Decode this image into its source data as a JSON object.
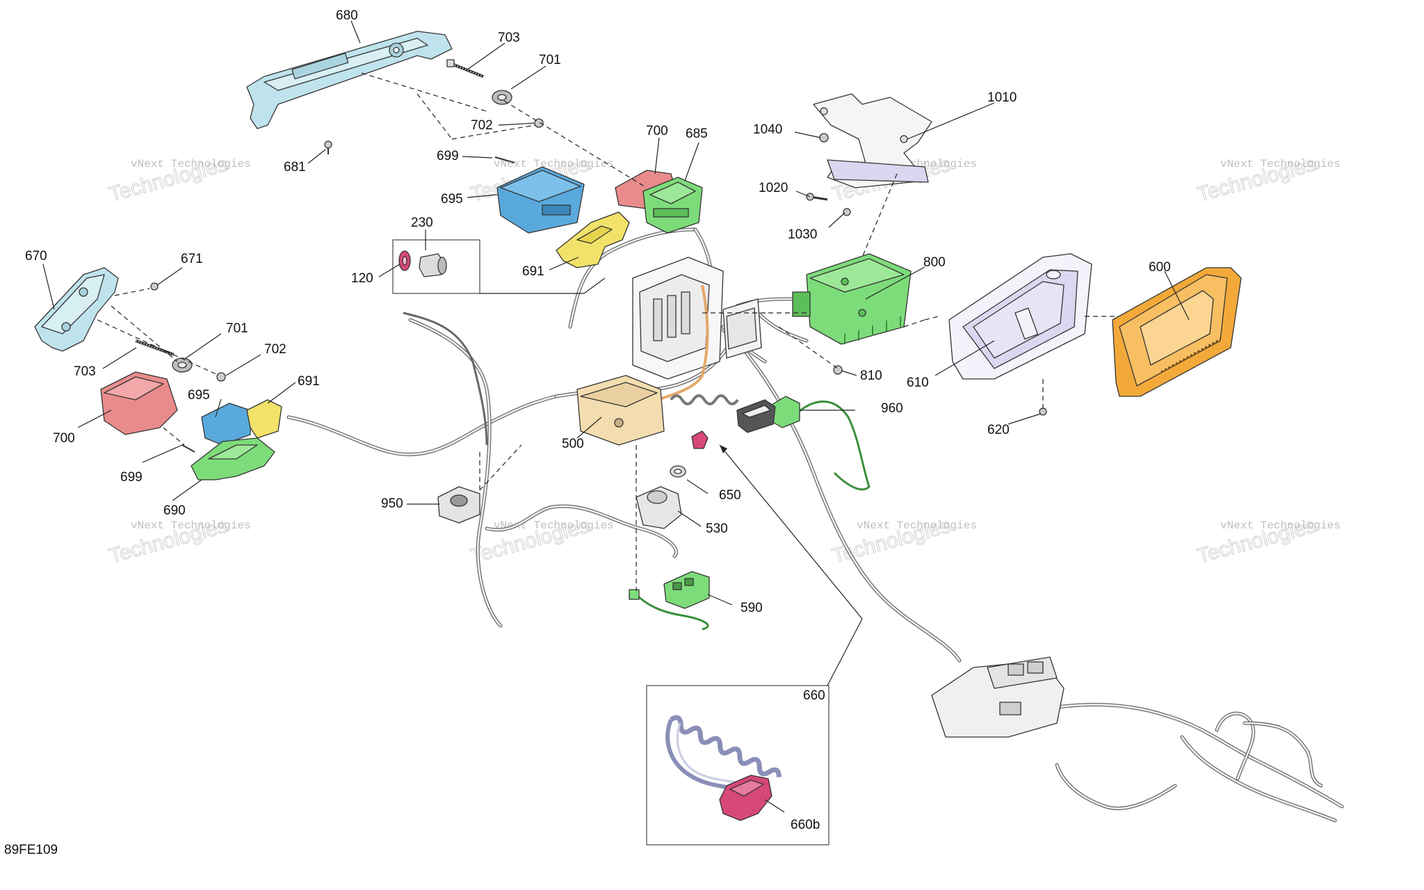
{
  "drawing_code": "89FE109",
  "colors": {
    "light_blue": "#bfe3ec",
    "blue": "#5aa9dd",
    "green": "#7ddc7a",
    "red": "#e98b8b",
    "yellow": "#f2e26a",
    "orange": "#f3a93a",
    "tan": "#f3ddb0",
    "lavender": "#dcd6f0",
    "magenta": "#d6477a",
    "gray": "#d7d7d7"
  },
  "watermark": {
    "line1": "vNext Technologies",
    "line2": "Technologies"
  },
  "callouts": {
    "c680": "680",
    "c703a": "703",
    "c701a": "701",
    "c702a": "702",
    "c681": "681",
    "c699a": "699",
    "c700a": "700",
    "c685": "685",
    "c695a": "695",
    "c691a": "691",
    "c230": "230",
    "c120": "120",
    "c1040": "1040",
    "c1010": "1010",
    "c1020": "1020",
    "c1030": "1030",
    "c800": "800",
    "c810": "810",
    "c600": "600",
    "c610": "610",
    "c620": "620",
    "c670": "670",
    "c671": "671",
    "c701b": "701",
    "c702b": "702",
    "c703b": "703",
    "c691b": "691",
    "c695b": "695",
    "c700b": "700",
    "c699b": "699",
    "c690": "690",
    "c500": "500",
    "c960": "960",
    "c650": "650",
    "c530": "530",
    "c950": "950",
    "c590": "590",
    "c660": "660",
    "c660b": "660b"
  }
}
